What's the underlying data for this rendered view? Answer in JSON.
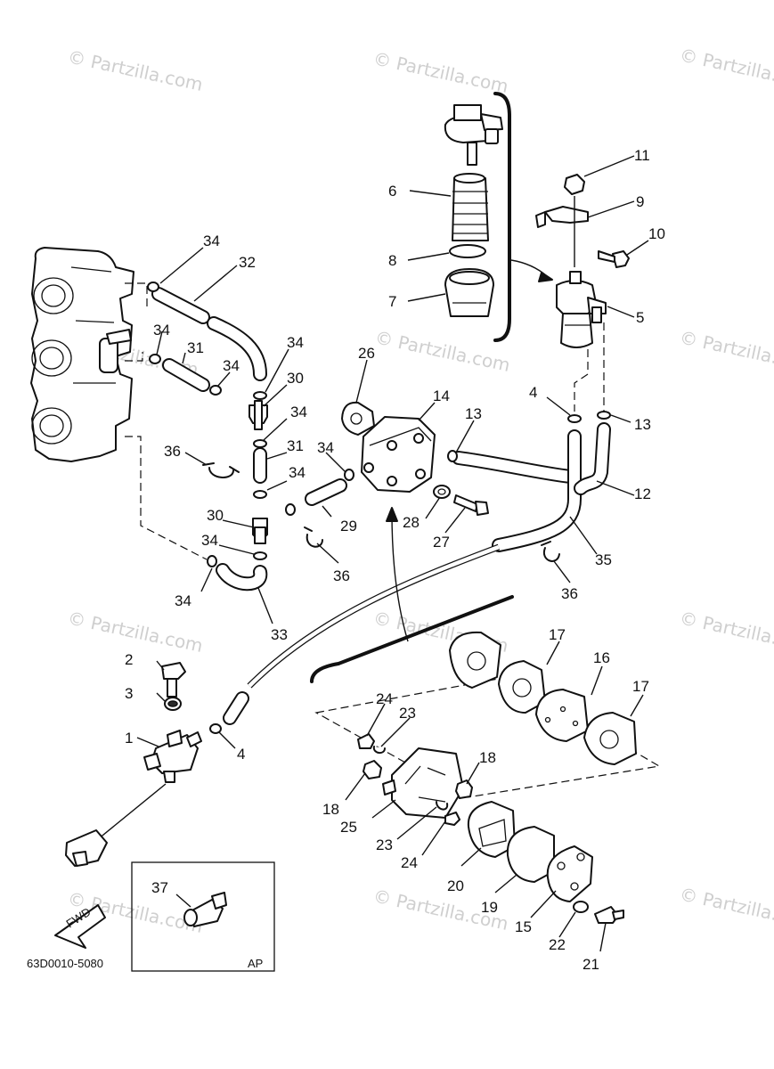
{
  "watermark": {
    "text": "© Partzilla.com"
  },
  "callouts": {
    "c1": "1",
    "c2": "2",
    "c3": "3",
    "c4a": "4",
    "c4b": "4",
    "c5": "5",
    "c6": "6",
    "c7": "7",
    "c8": "8",
    "c9": "9",
    "c10": "10",
    "c11": "11",
    "c12": "12",
    "c13a": "13",
    "c13b": "13",
    "c14": "14",
    "c15": "15",
    "c16": "16",
    "c17a": "17",
    "c17b": "17",
    "c18a": "18",
    "c18b": "18",
    "c19": "19",
    "c20": "20",
    "c21": "21",
    "c22": "22",
    "c23a": "23",
    "c23b": "23",
    "c24a": "24",
    "c24b": "24",
    "c25": "25",
    "c26": "26",
    "c27": "27",
    "c28": "28",
    "c29": "29",
    "c30a": "30",
    "c30b": "30",
    "c31a": "31",
    "c31b": "31",
    "c32": "32",
    "c33": "33",
    "c34a": "34",
    "c34b": "34",
    "c34c": "34",
    "c34d": "34",
    "c34e": "34",
    "c34f": "34",
    "c34g": "34",
    "c34h": "34",
    "c34i": "34",
    "c35": "35",
    "c36a": "36",
    "c36b": "36",
    "c36c": "36",
    "c37": "37"
  },
  "footer": {
    "diagram_code": "63D0010-5080",
    "inset_label": "AP",
    "fwd_label": "FWD"
  }
}
